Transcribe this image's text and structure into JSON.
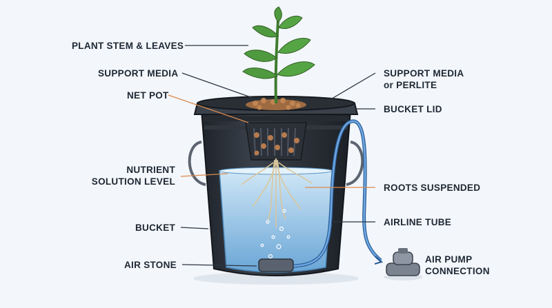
{
  "labels": {
    "plant_stem_leaves": "PLANT STEM & LEAVES",
    "support_media_left": "SUPPORT MEDIA",
    "net_pot": "NET POT",
    "nutrient_line1": "NUTRIENT",
    "nutrient_line2": "SOLUTION LEVEL",
    "bucket": "BUCKET",
    "air_stone": "AIR STONE",
    "support_media_right_line1": "SUPPORT MEDIA",
    "support_media_right_line2": "or PERLITE",
    "bucket_lid": "BUCKET LID",
    "roots_suspended": "ROOTS SUSPENDED",
    "airline_tube": "AIRLINE TUBE",
    "air_pump_line1": "AIR PUMP",
    "air_pump_line2": "CONNECTION"
  },
  "colors": {
    "background": "#f3f6fa",
    "bucket": "#2b3038",
    "water": "#7fb3d9",
    "leader_dark": "#2c3440",
    "leader_orange": "#d98a4e",
    "tube": "#4a86c8",
    "leaf": "#4f9a3e",
    "media": "#b77b4e"
  }
}
